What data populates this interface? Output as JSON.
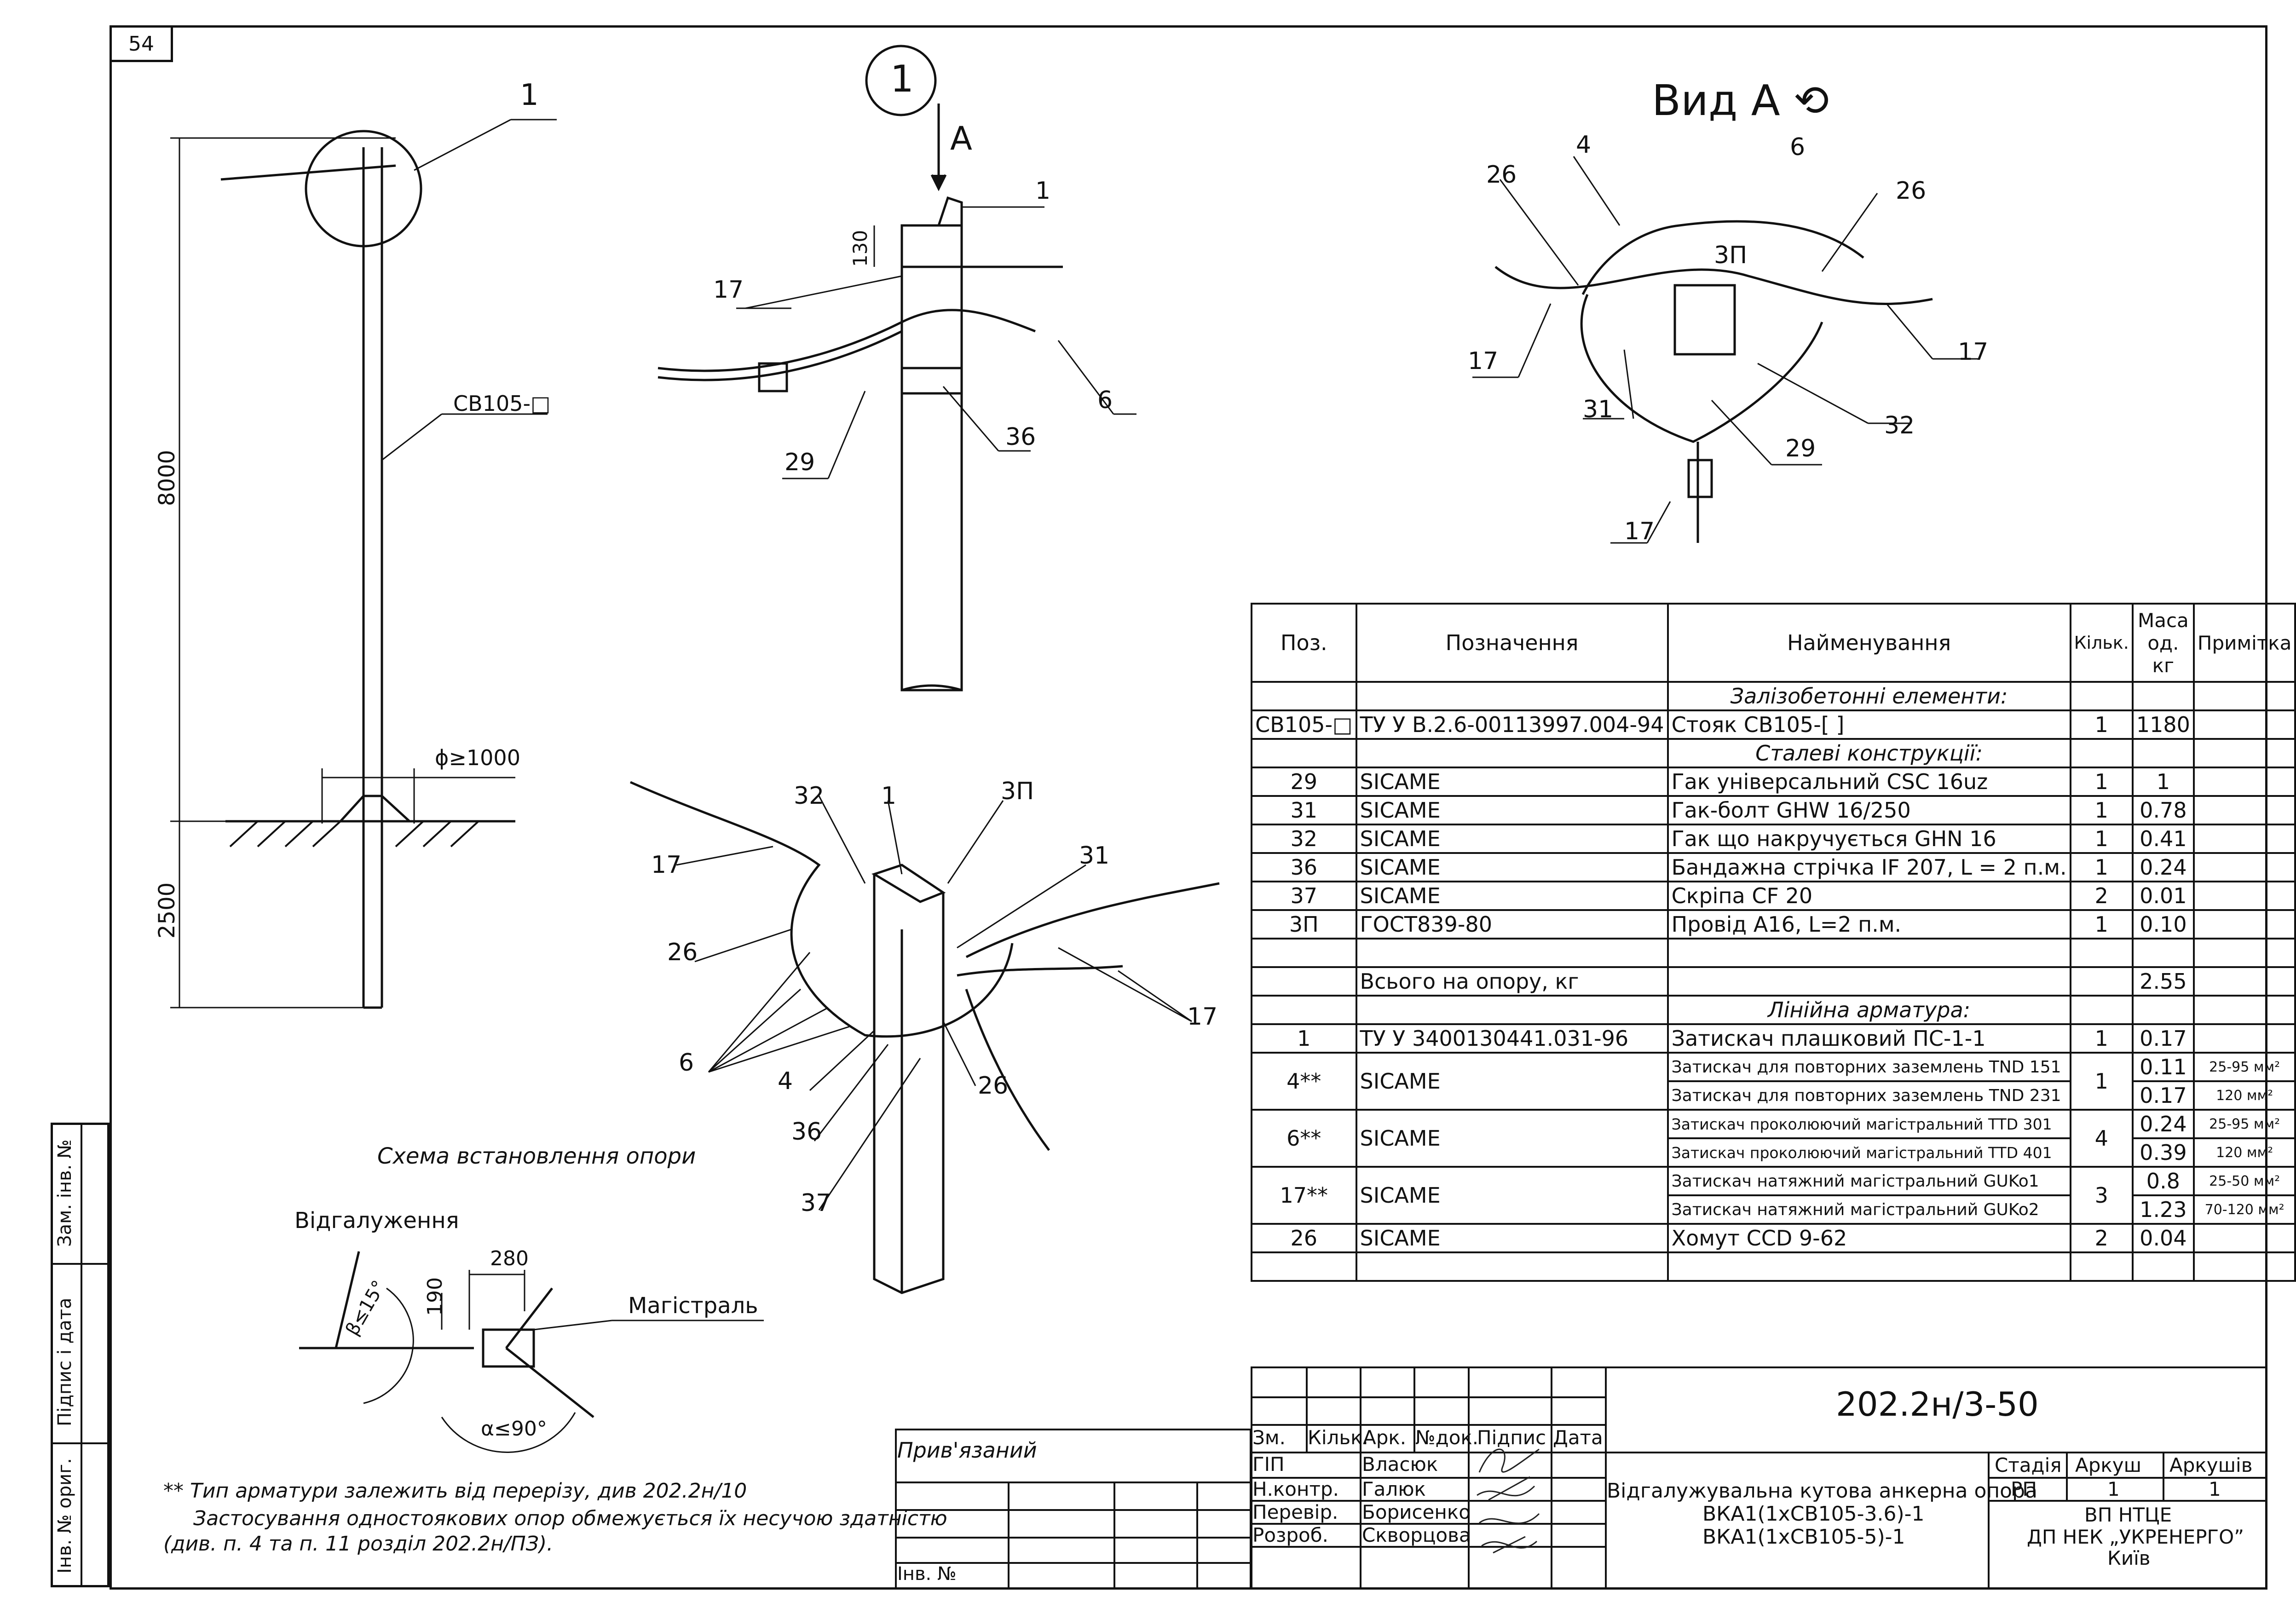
{
  "sheet": {
    "page_number": "54"
  },
  "drawing": {
    "callout_main": "1",
    "callout_label": "1",
    "view_label": "Вид А",
    "arrow_label": "А",
    "elevation": {
      "height_above": "8000",
      "depth_below": "2500",
      "pole_label": "СВ105-□",
      "base_label": "ϕ≥1000",
      "callout": "1",
      "title": "Схема встановлення опори"
    },
    "detail_labels": {
      "d130": "130",
      "p1": "1",
      "p17": "17",
      "p29": "29",
      "p36": "36",
      "p6": "6"
    },
    "view_a_labels": {
      "p4": "4",
      "p6": "6",
      "p26a": "26",
      "p26b": "26",
      "zp": "3П",
      "p17a": "17",
      "p17b": "17",
      "p17c": "17",
      "p31": "31",
      "p32": "32",
      "p29": "29"
    },
    "iso_labels": {
      "p32": "32",
      "p1": "1",
      "zp": "3П",
      "p17a": "17",
      "p31": "31",
      "p26a": "26",
      "p17b": "17",
      "p6": "6",
      "p4": "4",
      "p26b": "26",
      "p36": "36",
      "p37": "37"
    },
    "scheme": {
      "branch": "Відгалуження",
      "main": "Магістраль",
      "dim280": "280",
      "dim190": "190",
      "beta": "β≤15°",
      "alpha": "α≤90°"
    },
    "notes": [
      "** Тип арматури залежить від перерізу, див 202.2н/10",
      "Застосування одностоякових опор обмежується їх несучою здатністю",
      "(див. п. 4 та п. 11 розділ 202.2н/ПЗ)."
    ]
  },
  "spec_table": {
    "headers": {
      "pos": "Поз.",
      "designation": "Позначення",
      "name": "Найменування",
      "qty": "Кільк.",
      "mass": "Маса од. кг",
      "note": "Примітка"
    },
    "sections": {
      "concrete": "Залізобетонні елементи:",
      "steel": "Сталеві конструкції:",
      "line": "Лінійна арматура:"
    },
    "rows": [
      {
        "pos": "СВ105-□",
        "des": "ТУ У В.2.6-00113997.004-94",
        "name": "Стояк СВ105-[    ]",
        "qty": "1",
        "mass": "1180",
        "note": ""
      },
      {
        "pos": "29",
        "des": "SICAME",
        "name": "Гак універсальний CSC 16uz",
        "qty": "1",
        "mass": "1",
        "note": ""
      },
      {
        "pos": "31",
        "des": "SICAME",
        "name": "Гак-болт GHW 16/250",
        "qty": "1",
        "mass": "0.78",
        "note": ""
      },
      {
        "pos": "32",
        "des": "SICAME",
        "name": "Гак що накручується GHN 16",
        "qty": "1",
        "mass": "0.41",
        "note": ""
      },
      {
        "pos": "36",
        "des": "SICAME",
        "name": "Бандажна стрічка IF 207, L = 2 п.м.",
        "qty": "1",
        "mass": "0.24",
        "note": ""
      },
      {
        "pos": "37",
        "des": "SICAME",
        "name": "Скріпа CF 20",
        "qty": "2",
        "mass": "0.01",
        "note": ""
      },
      {
        "pos": "3П",
        "des": "ГОСТ839-80",
        "name": "Провід А16, L=2 п.м.",
        "qty": "1",
        "mass": "0.10",
        "note": ""
      }
    ],
    "total": {
      "label": "Всього на опору, кг",
      "mass": "2.55"
    },
    "line_rows": {
      "r1": {
        "pos": "1",
        "des": "ТУ У 3400130441.031-96",
        "name": "Затискач плашковий ПС-1-1",
        "qty": "1",
        "mass": "0.17"
      },
      "r4": {
        "pos": "4**",
        "des": "SICAME",
        "qty": "1",
        "a": {
          "name": "Затискач для повторних заземлень TND 151",
          "mass": "0.11",
          "note": "25-95 мм²"
        },
        "b": {
          "name": "Затискач для повторних заземлень TND 231",
          "mass": "0.17",
          "note": "120 мм²"
        }
      },
      "r6": {
        "pos": "6**",
        "des": "SICAME",
        "qty": "4",
        "a": {
          "name": "Затискач проколюючий магістральний TTD 301",
          "mass": "0.24",
          "note": "25-95 мм²"
        },
        "b": {
          "name": "Затискач проколюючий магістральний TTD 401",
          "mass": "0.39",
          "note": "120 мм²"
        }
      },
      "r17": {
        "pos": "17**",
        "des": "SICAME",
        "qty": "3",
        "a": {
          "name": "Затискач натяжний магістральний GUKo1",
          "mass": "0.8",
          "note": "25-50 мм²"
        },
        "b": {
          "name": "Затискач натяжний магістральний GUKo2",
          "mass": "1.23",
          "note": "70-120 мм²"
        }
      },
      "r26": {
        "pos": "26",
        "des": "SICAME",
        "name": "Хомут CCD 9-62",
        "qty": "2",
        "mass": "0.04"
      }
    }
  },
  "title_block": {
    "doc_code": "202.2н/3-50",
    "attached": "Прив'язаний",
    "inv_no": "Інв. №",
    "cols": {
      "zm": "Зм.",
      "kilk": "Кільк.",
      "ark": "Арк.",
      "ndok": "№док.",
      "pidpys": "Підпис",
      "data": "Дата"
    },
    "people": [
      {
        "role": "ГІП",
        "name": "Власюк"
      },
      {
        "role": "Н.контр.",
        "name": "Галюк"
      },
      {
        "role": "Перевір.",
        "name": "Борисенко"
      },
      {
        "role": "Розроб.",
        "name": "Скворцова"
      }
    ],
    "title_lines": [
      "Відгалужувальна кутова анкерна опора",
      "ВКА1(1хСВ105-3.6)-1",
      "ВКА1(1хСВ105-5)-1"
    ],
    "stage_label": "Стадія",
    "sheet_label": "Аркуш",
    "sheets_label": "Аркушів",
    "stage": "РП",
    "sheet": "1",
    "sheets": "1",
    "org_lines": [
      "ВП НТЦЕ",
      "ДП НЕК „УКРЕНЕРГО”",
      "Київ"
    ]
  },
  "margin_stamp": {
    "zam": "Зам. інв. №",
    "pidpys": "Підпис і дата",
    "inv": "Інв. № ориг."
  }
}
